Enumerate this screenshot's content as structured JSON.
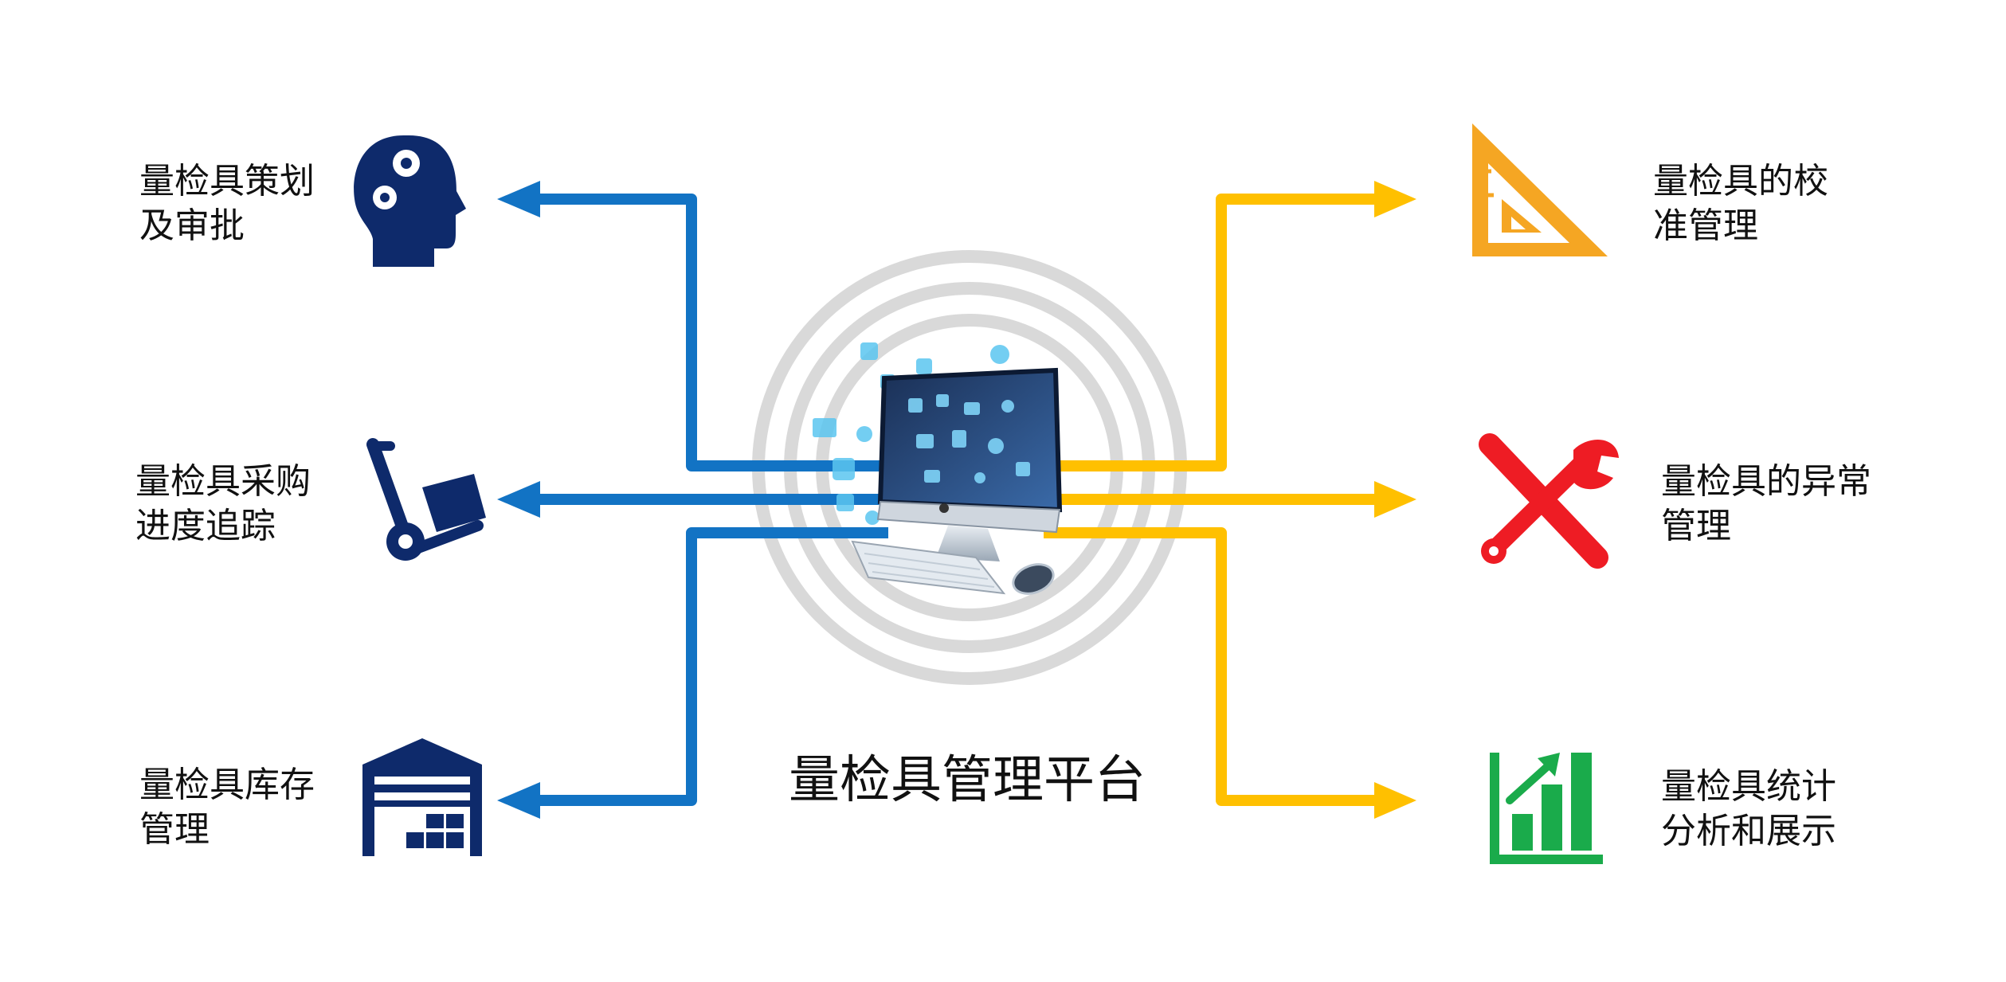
{
  "center": {
    "title": "量检具管理平台",
    "ring_color": "#d9d9d9"
  },
  "colors": {
    "left_arrows": "#1273c4",
    "right_arrows": "#ffc000",
    "navy_icons": "#0e2a6b",
    "ruler_icon": "#f5a623",
    "tools_icon": "#ee1c24",
    "chart_icon": "#1aab4b"
  },
  "left_items": [
    {
      "line1": "量检具策划",
      "line2": "及审批",
      "icon": "head-gears-icon"
    },
    {
      "line1": "量检具采购",
      "line2": "进度追踪",
      "icon": "hand-truck-icon"
    },
    {
      "line1": "量检具库存",
      "line2": "管理",
      "icon": "warehouse-icon"
    }
  ],
  "right_items": [
    {
      "line1": "量检具的校",
      "line2": "准管理",
      "icon": "triangle-ruler-icon"
    },
    {
      "line1": "量检具的异常",
      "line2": "管理",
      "icon": "wrench-screwdriver-icon"
    },
    {
      "line1": "量检具统计",
      "line2": "分析和展示",
      "icon": "growth-chart-icon"
    }
  ]
}
